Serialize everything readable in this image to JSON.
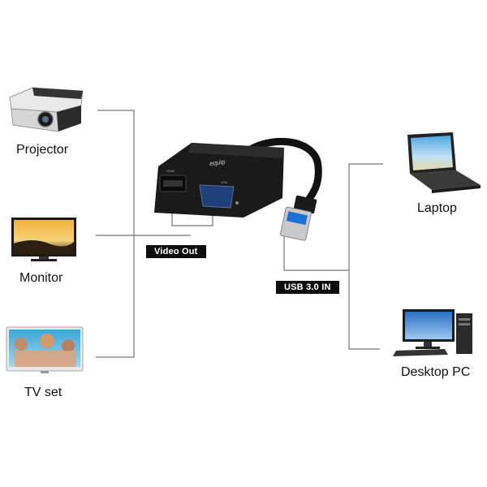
{
  "devices_left": [
    {
      "label": "Projector",
      "icon": "projector-icon"
    },
    {
      "label": "Monitor",
      "icon": "monitor-icon"
    },
    {
      "label": "TV set",
      "icon": "tv-icon"
    }
  ],
  "devices_right": [
    {
      "label": "Laptop",
      "icon": "laptop-icon"
    },
    {
      "label": "Desktop PC",
      "icon": "desktop-pc-icon"
    }
  ],
  "adapter": {
    "brand": "equip",
    "port_hdmi_label": "HDMI",
    "port_vga_label": "VGA",
    "icon": "usb-adapter-icon"
  },
  "tags": {
    "video_out": "Video Out",
    "usb_in": "USB 3.0 IN"
  },
  "colors": {
    "line": "#777777",
    "tag_bg": "#0d0d0d",
    "usb_blue": "#1c6fd6"
  }
}
